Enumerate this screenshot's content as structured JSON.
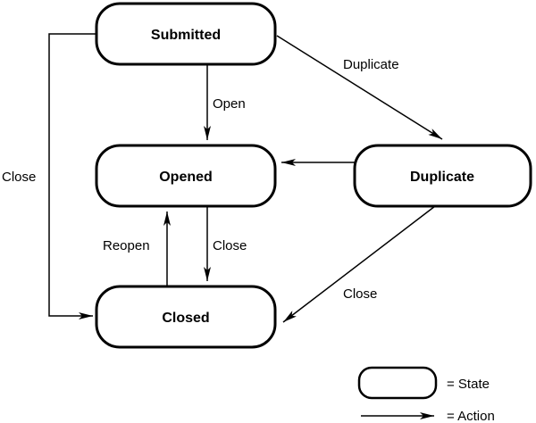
{
  "states": {
    "submitted": "Submitted",
    "opened": "Opened",
    "closed": "Closed",
    "duplicate": "Duplicate"
  },
  "transitions": {
    "submitted_to_opened": "Open",
    "submitted_to_duplicate": "Duplicate",
    "submitted_to_closed": "Close",
    "opened_to_closed": "Close",
    "closed_to_opened": "Reopen",
    "duplicate_to_closed": "Close"
  },
  "legend": {
    "state": "= State",
    "action": "= Action"
  }
}
